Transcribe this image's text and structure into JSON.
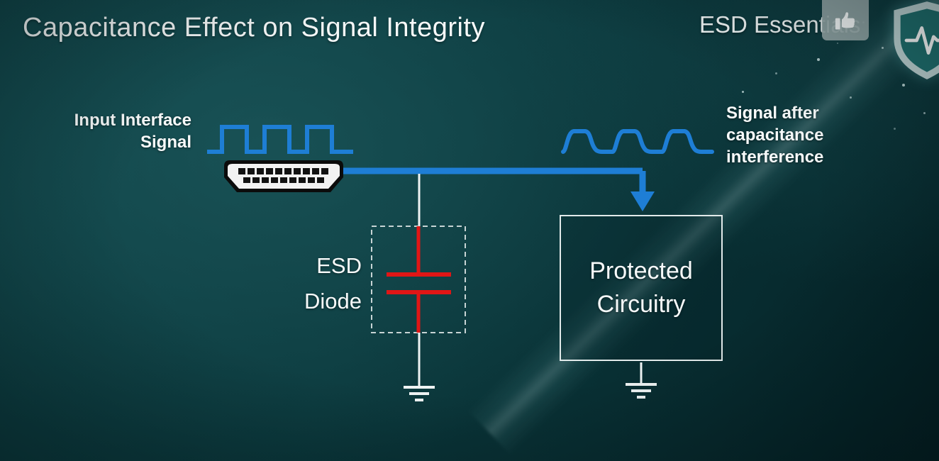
{
  "slide": {
    "title": "Capacitance Effect on Signal Integrity",
    "brand": "ESD Essentials"
  },
  "labels": {
    "input_signal": {
      "line1": "Input Interface",
      "line2": "Signal"
    },
    "output_signal": {
      "line1": "Signal after",
      "line2": "capacitance",
      "line3": "interference"
    },
    "esd_diode": {
      "line1": "ESD",
      "line2": "Diode"
    },
    "protected_box": {
      "line1": "Protected",
      "line2": "Circuitry"
    }
  },
  "icons": {
    "like": "thumbs-up-icon",
    "brand_shield": "shield-pulse-icon",
    "arrow": "arrow-down-icon",
    "grounds": "ground-symbol"
  },
  "colors": {
    "signal_blue": "#1e7ed5",
    "capacitor_red": "#e01616",
    "wire_white": "#eef3f3",
    "box_border": "#e2eaea",
    "background_teal": "#0d3d40",
    "text_white": "#f7fafa"
  }
}
